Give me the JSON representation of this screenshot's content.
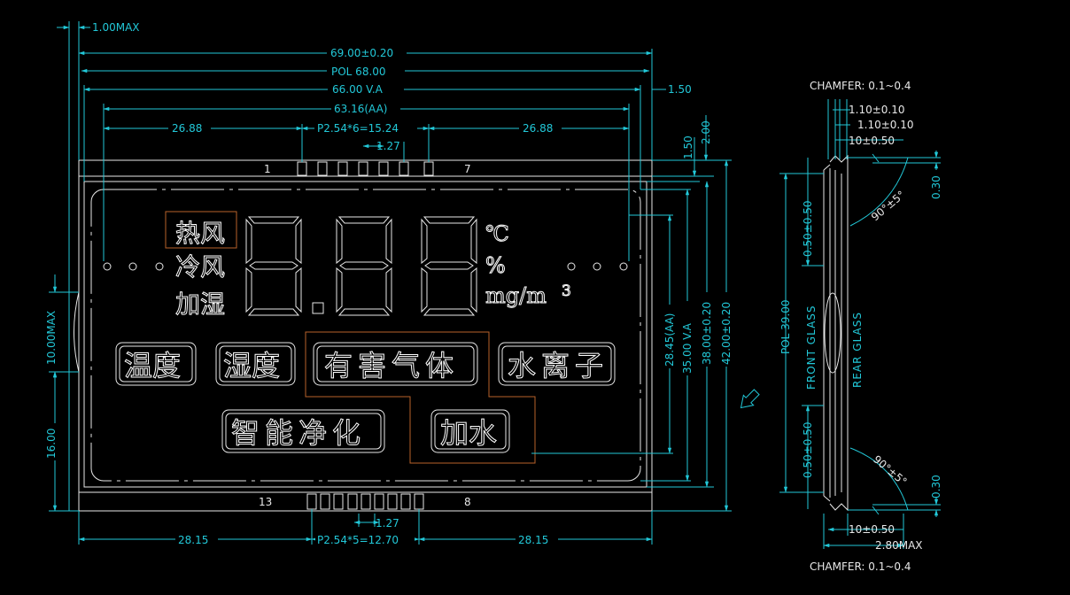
{
  "front_view": {
    "top_dims": {
      "d1": "1.00MAX",
      "d2": "69.00±0.20",
      "d3": "POL 68.00",
      "d4": "66.00  V.A",
      "d5": "63.16(AA)",
      "d6_left": "26.88",
      "d6_mid": "P2.54*6=15.24",
      "d6_right": "26.88",
      "d7": "1.27",
      "d8": "1.50"
    },
    "pin_top_first": "1",
    "pin_top_last": "7",
    "pin_bot_first": "13",
    "pin_bot_last": "8",
    "bottom_dims": {
      "pitch": "1.27",
      "left": "28.15",
      "mid": "P2.54*5=12.70",
      "right": "28.15"
    },
    "right_dims": {
      "r1": "2.00",
      "r2": "1.50",
      "r3": "28.45(AA)",
      "r4": "35.00  V.A",
      "r5": "38.00±0.20",
      "r6": "42.00±0.20"
    },
    "left_dims": {
      "l1": "10.00MAX",
      "l2": "16.00"
    },
    "labels": {
      "hot_air": "热风",
      "cold_air": "冷风",
      "humidify": "加湿",
      "celsius": "℃",
      "percent": "%",
      "mgm": "mg/m",
      "mgm_sup": "3",
      "btn1": "温度",
      "btn2": "湿度",
      "btn3": "有害气体",
      "btn4": "水离子",
      "btn5": "智能净化",
      "btn6": "加水"
    }
  },
  "side_view": {
    "chamfer_top": "CHAMFER: 0.1~0.4",
    "chamfer_bot": "CHAMFER: 0.1~0.4",
    "t1": "1.10±0.10",
    "t2": "1.10±0.10",
    "t3": "10±0.50",
    "b1": "10±0.50",
    "b2": "2.80MAX",
    "angle_top": "90°±5°",
    "angle_bot": "90°±5°",
    "v1": "0.50±0.50",
    "v2": "POL 39.00",
    "v3": "0.50±0.50",
    "front_glass": "FRONT GLASS",
    "rear_glass": "REAR GLASS",
    "r_top": "0.30",
    "r_bot": "0.30"
  }
}
